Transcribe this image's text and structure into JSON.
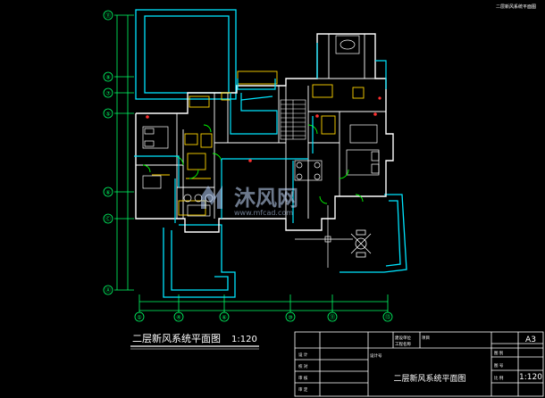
{
  "drawing": {
    "title": "二层新风系统平面图",
    "scale": "1:120",
    "top_right_note": "二层新风系统平面图",
    "watermark_brand": "沐风网",
    "watermark_url": "www.mfcad.com"
  },
  "title_block": {
    "sheet_size": "A3",
    "sheet_scale": "1:120",
    "drawing_name": "二层新风系统平面图",
    "left_labels": [
      "设 计",
      "校 对",
      "审 核",
      "审 定"
    ],
    "cells_top": [
      "建设单位",
      "工程名称",
      "项目",
      "设计号"
    ],
    "cells_right": [
      "图 别",
      "图 号",
      "比 例"
    ]
  },
  "axes": {
    "bottom": [
      "①",
      "④",
      "⑥",
      "⑩",
      "⑪",
      "⑬"
    ],
    "left": [
      "⑪",
      "⑨",
      "⑦",
      "⑤",
      "⑥",
      "Ⓒ",
      "Ⓐ"
    ]
  },
  "colors": {
    "background": "#000000",
    "wall": "#ffffff",
    "duct": "#00e5ff",
    "yellow": "#ffd400",
    "green": "#00ff00",
    "dim": "#00ff66",
    "red": "#ff3030"
  }
}
